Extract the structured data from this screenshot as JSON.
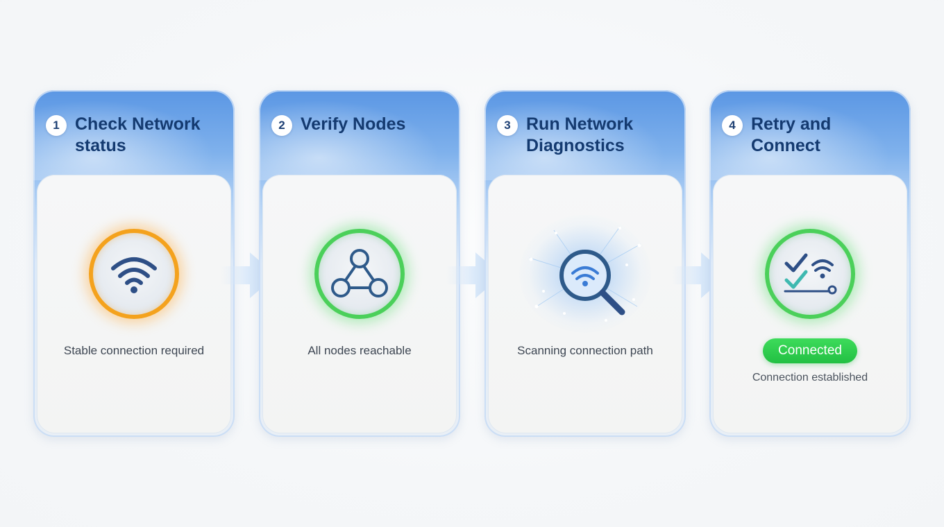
{
  "steps": [
    {
      "number": "1",
      "title_line1": "Check Network",
      "title_line2": "status",
      "description": "Stable connection required",
      "icon": "wifi-icon",
      "ring_color": "#f4a21d"
    },
    {
      "number": "2",
      "title_line1": "Verify Nodes",
      "title_line2": "",
      "description": "All nodes reachable",
      "icon": "network-nodes-icon",
      "ring_color": "#4bd05a"
    },
    {
      "number": "3",
      "title_line1": "Run Network",
      "title_line2": "Diagnostics",
      "description": "Scanning connection path",
      "icon": "magnifier-wifi-icon",
      "ring_color": "#6aaaf0"
    },
    {
      "number": "4",
      "title_line1": "Retry and Connect",
      "title_line2": "",
      "status_badge": "Connected",
      "description": "Connection established",
      "icon": "checkmark-connection-icon",
      "ring_color": "#4bd05a"
    }
  ],
  "colors": {
    "header_blue": "#5b97e4",
    "title_text": "#143a70",
    "success_green": "#22c043",
    "warning_orange": "#f4a21d"
  }
}
